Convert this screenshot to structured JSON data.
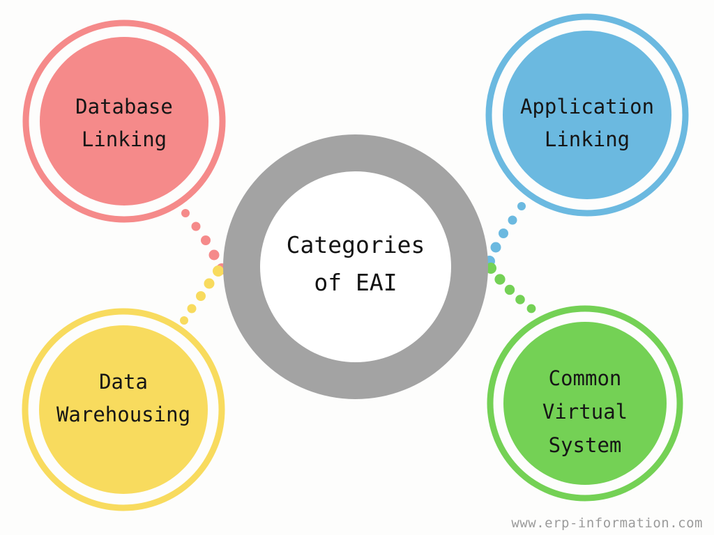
{
  "diagram": {
    "title": "Categories of EAI",
    "center": {
      "label_lines": [
        "Categories",
        "of EAI"
      ],
      "ring_color": "#a3a3a3",
      "inner_color": "#ffffff",
      "text_color": "#121212"
    },
    "background_color": "#fdfdfc",
    "nodes": [
      {
        "id": "database-linking",
        "label_lines": [
          "Database",
          "Linking"
        ],
        "color": "#f58a8a",
        "position": "top-left"
      },
      {
        "id": "application-linking",
        "label_lines": [
          "Application",
          "Linking"
        ],
        "color": "#6bb9e0",
        "position": "top-right"
      },
      {
        "id": "data-warehousing",
        "label_lines": [
          "Data",
          "Warehousing"
        ],
        "color": "#f8db5e",
        "position": "bottom-left"
      },
      {
        "id": "common-virtual-system",
        "label_lines": [
          "Common",
          "Virtual",
          "System"
        ],
        "color": "#74d155",
        "position": "bottom-right"
      }
    ],
    "connectors": [
      {
        "id": "connector-database-linking",
        "color": "#f58a8a",
        "dots": 5
      },
      {
        "id": "connector-application-linking",
        "color": "#6bb9e0",
        "dots": 6
      },
      {
        "id": "connector-data-warehousing",
        "color": "#f8db5e",
        "dots": 5
      },
      {
        "id": "connector-common-virtual-system",
        "color": "#74d155",
        "dots": 6
      }
    ]
  },
  "watermark": {
    "text": "www.erp-information.com",
    "color": "#9b9b9b"
  }
}
